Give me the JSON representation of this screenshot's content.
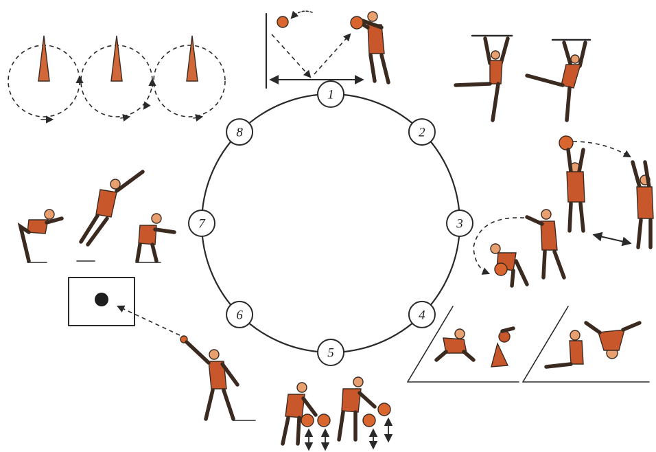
{
  "stations": [
    {
      "label": "1"
    },
    {
      "label": "2"
    },
    {
      "label": "3"
    },
    {
      "label": "4"
    },
    {
      "label": "5"
    },
    {
      "label": "6"
    },
    {
      "label": "7"
    },
    {
      "label": "8"
    }
  ],
  "colors": {
    "figure": "#c9572c",
    "skin": "#e9a070",
    "ball": "#d9662f",
    "line": "#2a2a2a"
  },
  "icons": [
    "cone-icon",
    "ball-icon",
    "target-icon",
    "arrow-icon"
  ]
}
